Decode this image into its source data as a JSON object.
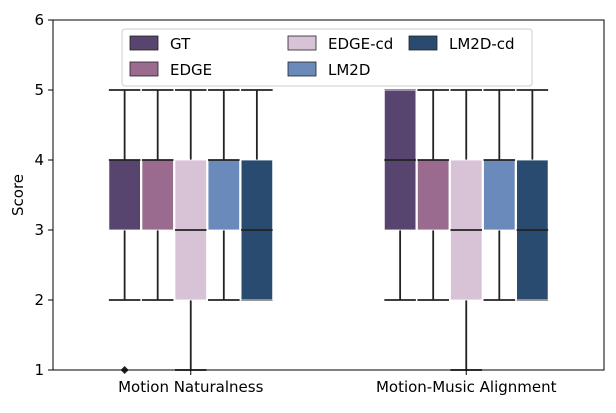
{
  "chart_data": {
    "type": "box",
    "title": "",
    "xlabel": "",
    "ylabel": "Score",
    "ylim": [
      1,
      6
    ],
    "yticks": [
      "1",
      "2",
      "3",
      "4",
      "5",
      "6"
    ],
    "grid": false,
    "legend_position": "top",
    "categories": [
      "Motion Naturalness",
      "Motion-Music Alignment"
    ],
    "series": [
      {
        "name": "GT",
        "color": "#574570",
        "boxes": [
          {
            "whisker_low": 2,
            "q1": 3,
            "median": 4,
            "q3": 4,
            "whisker_high": 5,
            "outliers": [
              1
            ]
          },
          {
            "whisker_low": 2,
            "q1": 3,
            "median": 4,
            "q3": 5,
            "whisker_high": 5,
            "outliers": []
          }
        ]
      },
      {
        "name": "EDGE",
        "color": "#9a6a8f",
        "boxes": [
          {
            "whisker_low": 2,
            "q1": 3,
            "median": 4,
            "q3": 4,
            "whisker_high": 5,
            "outliers": []
          },
          {
            "whisker_low": 2,
            "q1": 3,
            "median": 4,
            "q3": 4,
            "whisker_high": 5,
            "outliers": []
          }
        ]
      },
      {
        "name": "EDGE-cd",
        "color": "#d8c2d5",
        "boxes": [
          {
            "whisker_low": 1,
            "q1": 2,
            "median": 3,
            "q3": 4,
            "whisker_high": 5,
            "outliers": []
          },
          {
            "whisker_low": 1,
            "q1": 2,
            "median": 3,
            "q3": 4,
            "whisker_high": 5,
            "outliers": []
          }
        ]
      },
      {
        "name": "LM2D",
        "color": "#6a8abc",
        "boxes": [
          {
            "whisker_low": 2,
            "q1": 3,
            "median": 4,
            "q3": 4,
            "whisker_high": 5,
            "outliers": []
          },
          {
            "whisker_low": 2,
            "q1": 3,
            "median": 4,
            "q3": 4,
            "whisker_high": 5,
            "outliers": []
          }
        ]
      },
      {
        "name": "LM2D-cd",
        "color": "#2a4b70",
        "boxes": [
          {
            "whisker_low": 2,
            "q1": 2,
            "median": 3,
            "q3": 4,
            "whisker_high": 5,
            "outliers": []
          },
          {
            "whisker_low": 2,
            "q1": 2,
            "median": 3,
            "q3": 4,
            "whisker_high": 5,
            "outliers": []
          }
        ]
      }
    ]
  }
}
